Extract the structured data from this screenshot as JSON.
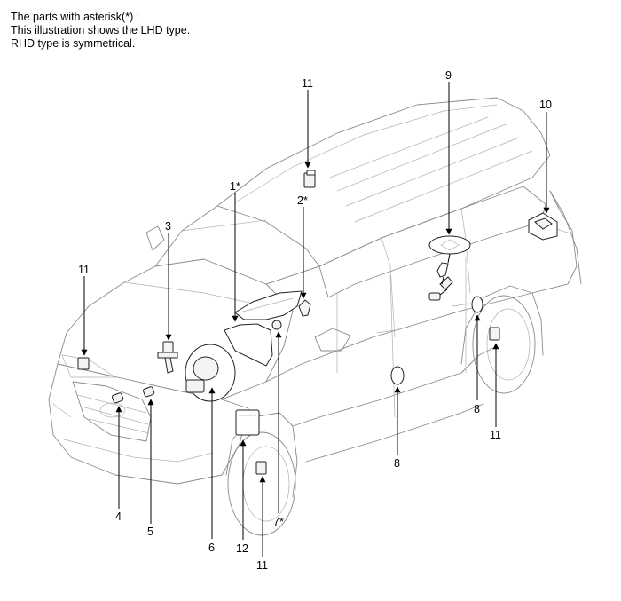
{
  "notes": [
    "The parts with asterisk(*) :",
    "This illustration shows the LHD type.",
    "RHD type is symmetrical."
  ],
  "labels": [
    "1*",
    "2*",
    "3",
    "4",
    "5",
    "6",
    "7*",
    "8",
    "8",
    "9",
    "10",
    "11",
    "11",
    "11",
    "11",
    "12"
  ]
}
